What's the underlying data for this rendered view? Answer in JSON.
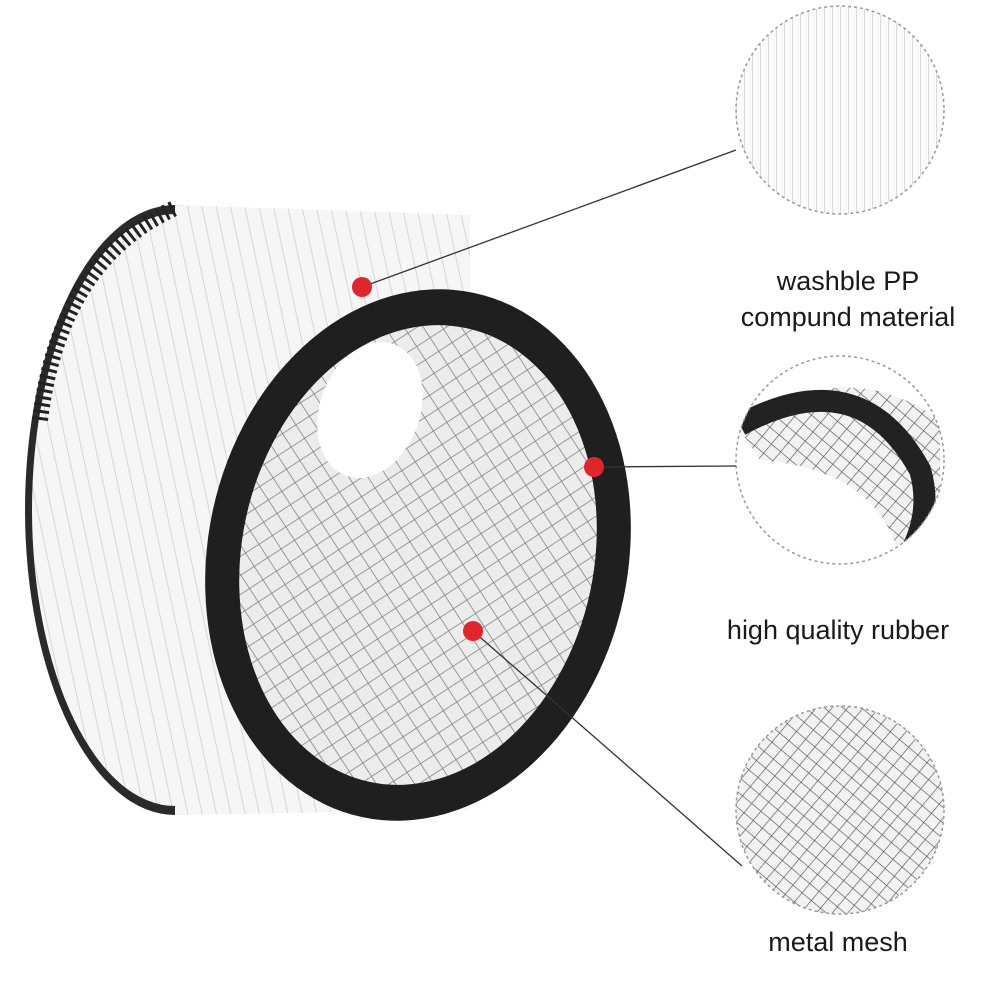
{
  "callouts": [
    {
      "id": "pp-material",
      "lines": [
        "washble PP",
        "compund material"
      ],
      "detail": "pleated-filter"
    },
    {
      "id": "rubber",
      "lines": [
        "high quality rubber"
      ],
      "detail": "rubber-gasket"
    },
    {
      "id": "mesh",
      "lines": [
        "metal mesh"
      ],
      "detail": "metal-mesh"
    }
  ],
  "colors": {
    "marker": "#e0262c",
    "rubber": "#1c1c1c",
    "filter": "#f4f4f4",
    "mesh": "#8a8a8a"
  }
}
